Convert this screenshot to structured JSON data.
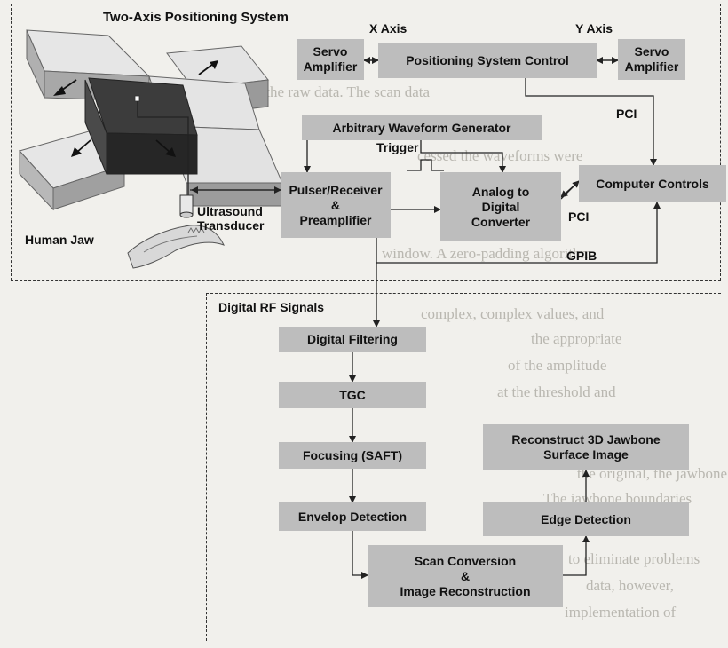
{
  "sections": {
    "top_title": "Two-Axis Positioning System",
    "bottom_title": "Digital  RF Signals"
  },
  "labels": {
    "x_axis": "X Axis",
    "y_axis": "Y Axis",
    "pci_top": "PCI",
    "pci_mid": "PCI",
    "gpib": "GPIB",
    "trigger": "Trigger",
    "transducer": "Ultrasound\nTransducer",
    "human_jaw": "Human Jaw"
  },
  "blocks": {
    "servo_left": "Servo\nAmplifier",
    "positioning_control": "Positioning System Control",
    "servo_right": "Servo\nAmplifier",
    "awg": "Arbitrary Waveform Generator",
    "pulser": "Pulser/Receiver\n&\nPreamplifier",
    "adc": "Analog to\nDigital\nConverter",
    "computer": "Computer Controls",
    "digital_filtering": "Digital Filtering",
    "tgc": "TGC",
    "focusing": "Focusing (SAFT)",
    "envelop": "Envelop Detection",
    "scan_conversion": "Scan Conversion\n&\nImage Reconstruction",
    "edge_detection": "Edge Detection",
    "reconstruct_3d": "Reconstruct 3D Jawbone\nSurface Image"
  },
  "background_text": [
    "from the raw data.  The scan data",
    "cessed  the waveforms were",
    "window.  A zero-padding algorithm",
    "complex, complex values, and",
    "the appropriate",
    "of the amplitude",
    "at the threshold and",
    "the original, the jawbone",
    "The jawbone boundaries",
    "to eliminate problems",
    "data, however,",
    "implementation of"
  ],
  "colors": {
    "block_fill": "#bdbdbd",
    "page_background": "#f1f0ec",
    "line": "#222222"
  }
}
